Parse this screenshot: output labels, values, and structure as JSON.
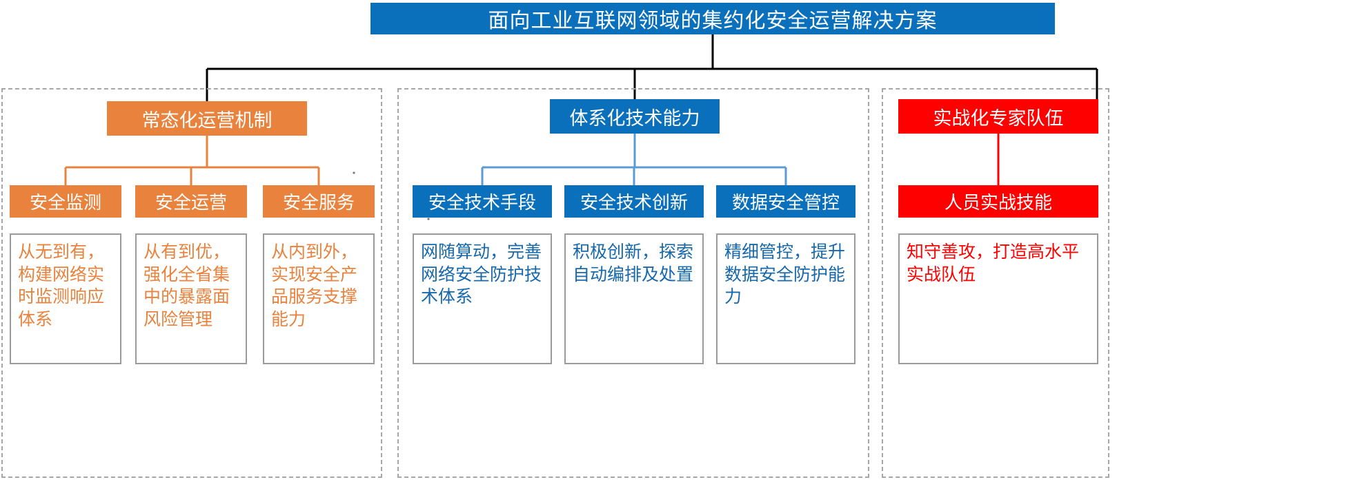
{
  "title": {
    "text": "面向工业互联网领域的集约化安全运营解决方案",
    "bg_color": "#0a70bc",
    "text_color": "#ffffff"
  },
  "colors": {
    "orange": "#e8823c",
    "blue": "#0a70bc",
    "blue_text": "#1668ad",
    "red": "#fe0000",
    "dashed_border": "#a6a6a6",
    "panel_border": "#9a9a9a",
    "connector_black": "#000000"
  },
  "groups": [
    {
      "id": "group-a",
      "accent": "#e8823c",
      "header": "常态化运营机制",
      "children": [
        {
          "label": "安全监测",
          "detail": "从无到有，构建网络实时监测响应体系"
        },
        {
          "label": "安全运营",
          "detail": "从有到优，强化全省集中的暴露面风险管理"
        },
        {
          "label": "安全服务",
          "detail": "从内到外，实现安全产品服务支撑能力"
        }
      ]
    },
    {
      "id": "group-b",
      "accent": "#0a70bc",
      "header": "体系化技术能力",
      "children": [
        {
          "label": "安全技术手段",
          "detail": "网随算动，完善网络安全防护技术体系"
        },
        {
          "label": "安全技术创新",
          "detail": "积极创新，探索自动编排及处置"
        },
        {
          "label": "数据安全管控",
          "detail": "精细管控，提升数据安全防护能力"
        }
      ]
    },
    {
      "id": "group-c",
      "accent": "#fe0000",
      "header": "实战化专家队伍",
      "children": [
        {
          "label": "人员实战技能",
          "detail": "知守善攻，打造高水平实战队伍"
        }
      ]
    }
  ]
}
